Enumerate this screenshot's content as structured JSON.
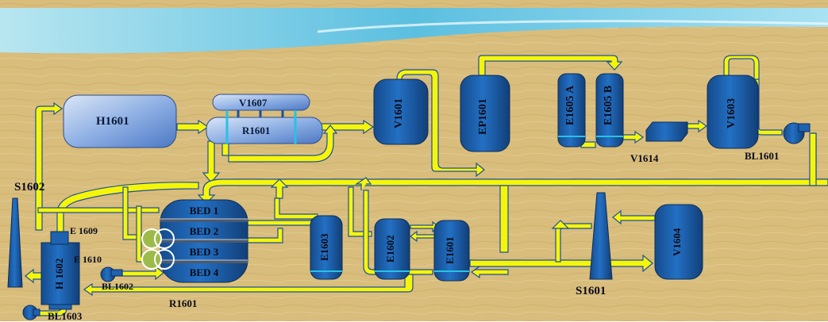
{
  "colors": {
    "background": "#d9bf7e",
    "sky": "#6fc6e0",
    "pipe": "#f5f50a",
    "pipe_edge": "#1d4f9c",
    "vessel": "#1e62b0",
    "vessel_light": "#7fa8e0",
    "cyan_band": "#27c3e3",
    "green_ball": "#9dbb4a"
  },
  "equipment": {
    "h1601": "H1601",
    "v1607": "V1607",
    "r1601_top": "R1601",
    "v1601": "V1601",
    "ep1601": "EP1601",
    "e1605a": "E1605 A",
    "e1605b": "E1605 B",
    "v1614": "V1614",
    "v1603": "V1603",
    "bl1601": "BL1601",
    "s1602": "S1602",
    "e1609": "E 1609",
    "e1610": "E 1610",
    "h1602": "H 1602",
    "bl1602": "BL1602",
    "bl1603": "BL1603",
    "r1601_bottom": "R1601",
    "e1603": "E1603",
    "e1602": "E1602",
    "e1601": "E1601",
    "s1601": "S1601",
    "v1604": "V1604"
  },
  "reactor_beds": [
    "BED 1",
    "BED 2",
    "BED 3",
    "BED 4"
  ]
}
